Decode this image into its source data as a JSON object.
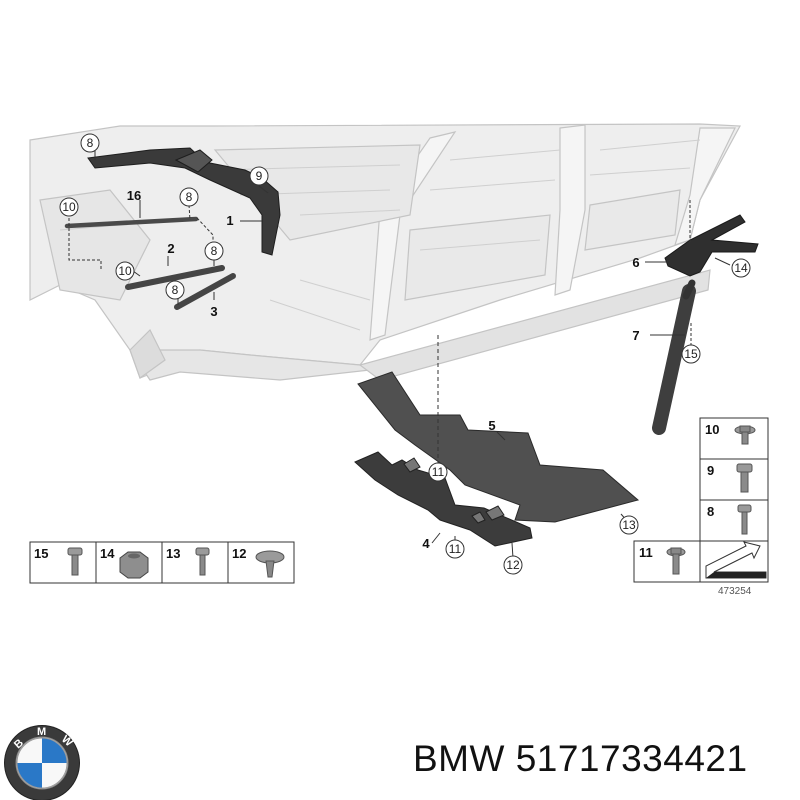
{
  "diagram": {
    "id": "473254",
    "callouts": {
      "c8a": "8",
      "c9": "9",
      "c16": "16",
      "c8b": "8",
      "c10a": "10",
      "c1": "1",
      "c2": "2",
      "c8c": "8",
      "c10b": "10",
      "c8d": "8",
      "c3": "3",
      "c6": "6",
      "c14": "14",
      "c7": "7",
      "c15": "15",
      "c5": "5",
      "c11a": "11",
      "c13": "13",
      "c4": "4",
      "c11b": "11",
      "c12": "12"
    },
    "legend_bottom": [
      "15",
      "14",
      "13",
      "12"
    ],
    "legend_right": [
      "10",
      "9",
      "8",
      "11"
    ]
  },
  "footer": {
    "brand_text": "BMW 51717334421",
    "logo_letters": "BMW"
  }
}
